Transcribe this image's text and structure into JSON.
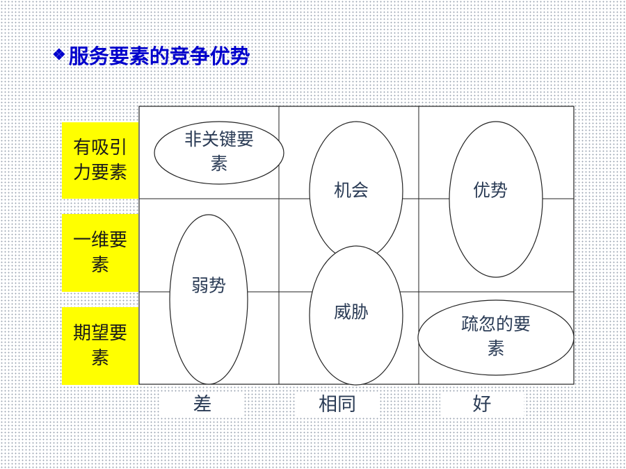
{
  "title": "服务要素的竞争优势",
  "title_bullet_icon": "diamond-bullet-icon",
  "rows": [
    {
      "label": "有吸引力要素"
    },
    {
      "label": "一维要素"
    },
    {
      "label": "期望要素"
    }
  ],
  "columns": [
    {
      "label": "差"
    },
    {
      "label": "相同"
    },
    {
      "label": "好"
    }
  ],
  "regions": {
    "non_key": "非关键要素",
    "opportunity": "机会",
    "advantage": "优势",
    "weakness": "弱势",
    "threat": "威胁",
    "neglected": "疏忽的要素"
  },
  "colors": {
    "title": "#0000cc",
    "label_bg": "#ffff00",
    "text": "#2a3b55"
  }
}
